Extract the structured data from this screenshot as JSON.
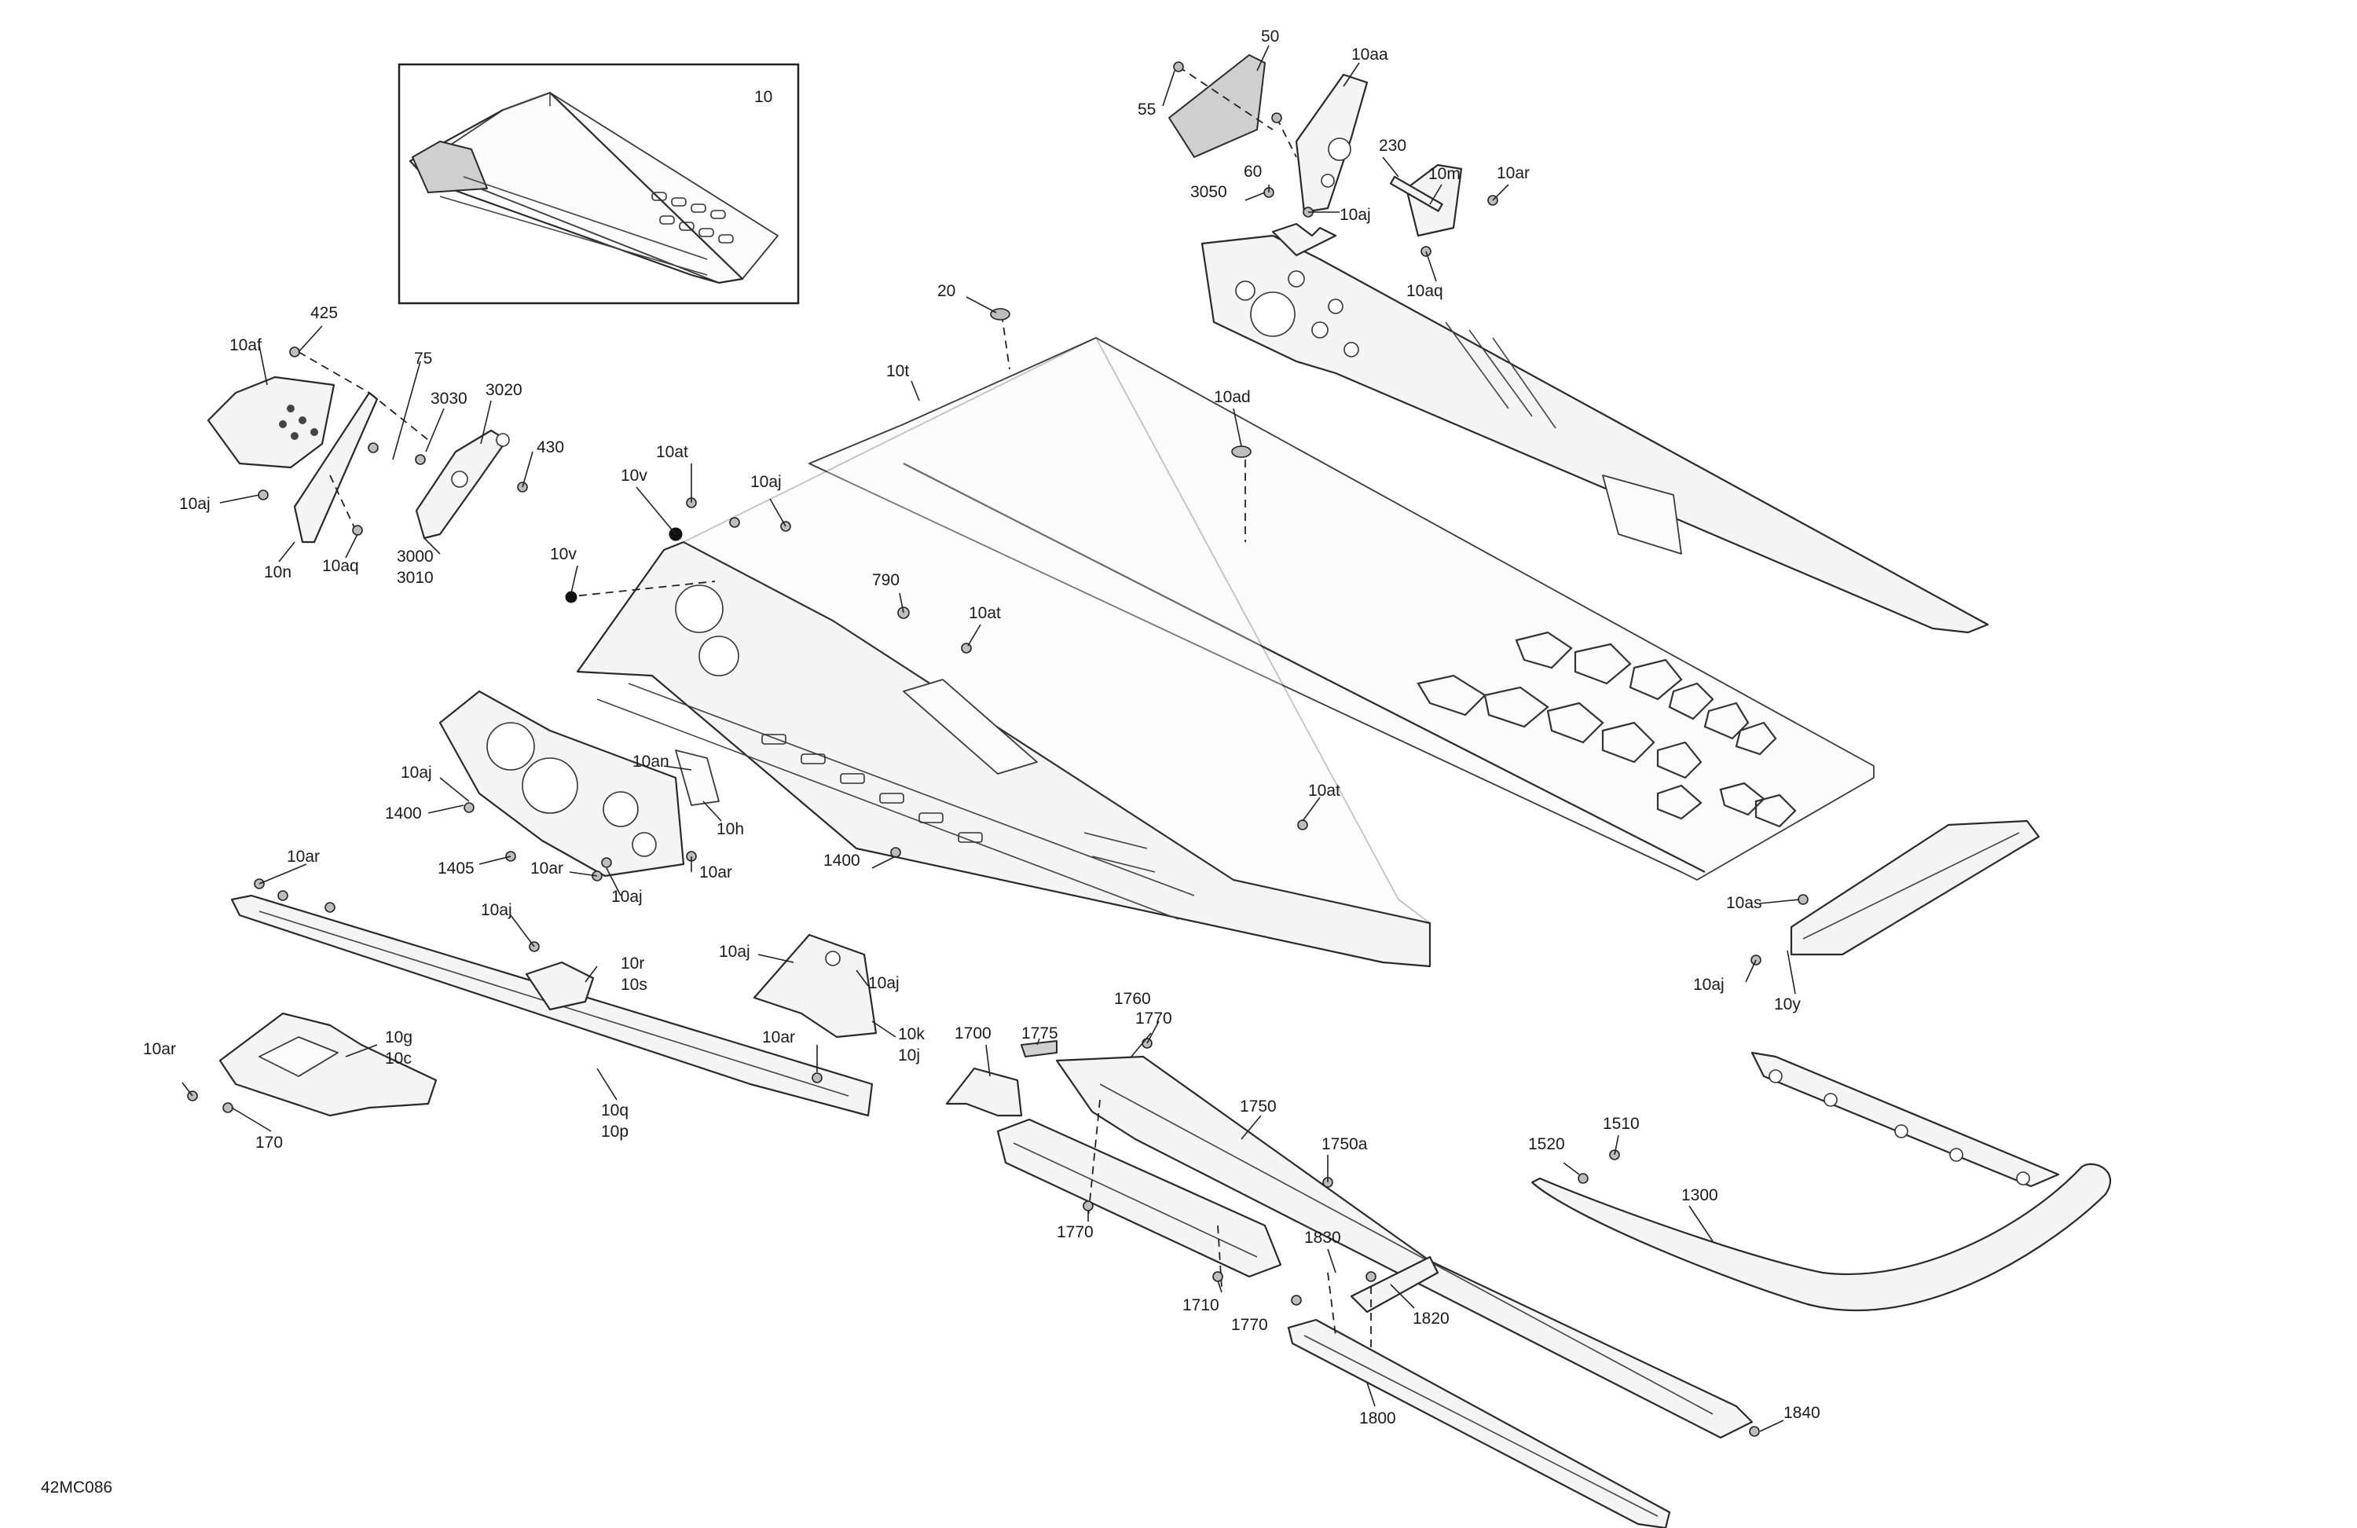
{
  "diagram": {
    "reference_code": "42MC086",
    "inset_label": "10",
    "callouts": {
      "c10": "10",
      "c425": "425",
      "c10af": "10af",
      "c75": "75",
      "c3030": "3030",
      "c3020": "3020",
      "c430": "430",
      "c10aj_a": "10aj",
      "c10n": "10n",
      "c10aq_a": "10aq",
      "c3000": "3000",
      "c3010": "3010",
      "c50": "50",
      "c10aa": "10aa",
      "c55": "55",
      "c60": "60",
      "c230": "230",
      "c10m": "10m",
      "c10ar_a": "10ar",
      "c3050": "3050",
      "c10aj_b": "10aj",
      "c10aq_b": "10aq",
      "c20": "20",
      "c10t": "10t",
      "c10ad": "10ad",
      "c10at_a": "10at",
      "c10v_a": "10v",
      "c10aj_c": "10aj",
      "c10v_b": "10v",
      "c790": "790",
      "c10at_b": "10at",
      "c10aj_d": "10aj",
      "c1400_a": "1400",
      "c10an": "10an",
      "c10h": "10h",
      "c1405": "1405",
      "c10ar_b": "10ar",
      "c10ar_c": "10ar",
      "c10aj_e": "10aj",
      "c10at_c": "10at",
      "c1400_b": "1400",
      "c10ar_d": "10ar",
      "c10aj_f": "10aj",
      "c10r": "10r",
      "c10s": "10s",
      "c10aj_g": "10aj",
      "c10aj_h": "10aj",
      "c10ar_e": "10ar",
      "c10k": "10k",
      "c10j": "10j",
      "c10ar_f": "10ar",
      "c10g": "10g",
      "c10c": "10c",
      "c170": "170",
      "c10q": "10q",
      "c10p": "10p",
      "c10as": "10as",
      "c10aj_i": "10aj",
      "c10y": "10y",
      "c1760": "1760",
      "c1770_a": "1770",
      "c1700": "1700",
      "c1775": "1775",
      "c1750": "1750",
      "c1750a": "1750a",
      "c1770_b": "1770",
      "c1830": "1830",
      "c1710": "1710",
      "c1770_c": "1770",
      "c1820": "1820",
      "c1800": "1800",
      "c1510": "1510",
      "c1520": "1520",
      "c1300": "1300",
      "c1840": "1840"
    }
  }
}
